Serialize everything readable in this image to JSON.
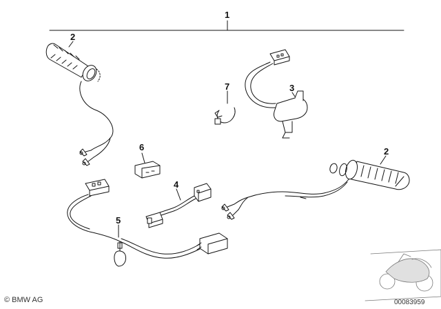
{
  "callouts": {
    "assembly": "1",
    "grip_left": "2",
    "switch": "3",
    "adapter_cable": "4",
    "main_harness": "5",
    "connector": "6",
    "clamp": "7",
    "grip_right": "2"
  },
  "footer": {
    "copyright": "© BMW AG",
    "diagram_number": "00083959"
  }
}
